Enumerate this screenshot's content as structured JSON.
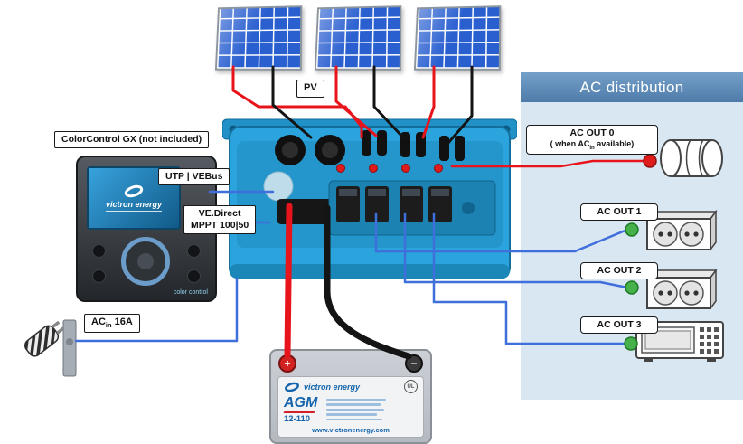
{
  "diagram": {
    "pv_label": "PV",
    "cc_note": "ColorControl GX (not included)",
    "utp_vebus": "UTP | VEBus",
    "ve_direct_line1": "VE.Direct",
    "ve_direct_line2": "MPPT 100|50",
    "ac_in": {
      "pre": "AC",
      "sub": "in",
      "post": " 16A"
    }
  },
  "ac_distribution": {
    "title": "AC distribution",
    "out0": {
      "label": "AC OUT 0",
      "note_pre": "( when AC",
      "note_sub": "in",
      "note_post": " available)",
      "indicator": "red",
      "appliance": "boiler"
    },
    "out1": {
      "label": "AC OUT 1",
      "indicator": "green",
      "appliance": "wall-socket"
    },
    "out2": {
      "label": "AC OUT 2",
      "indicator": "green",
      "appliance": "wall-socket"
    },
    "out3": {
      "label": "AC OUT 3",
      "indicator": "green",
      "appliance": "microwave"
    }
  },
  "color_control": {
    "brand": "victron energy",
    "device_label": "color control"
  },
  "battery": {
    "brand": "victron energy",
    "model": "AGM",
    "capacity": "12-110",
    "certification": "UL",
    "website": "www.victronenergy.com",
    "positive": "+",
    "negative": "−"
  },
  "colors": {
    "victron_blue": "#2ba3dc",
    "panel_blue": "#2a5fd0",
    "ac_panel_bg": "#d9e7f3",
    "ac_header_bg": "#4e7ba9",
    "wire_red": "#e8141c",
    "wire_black": "#141414",
    "wire_blue": "#3f6fdb",
    "indicator_red": "#e01b1b",
    "indicator_green": "#46b14b"
  }
}
